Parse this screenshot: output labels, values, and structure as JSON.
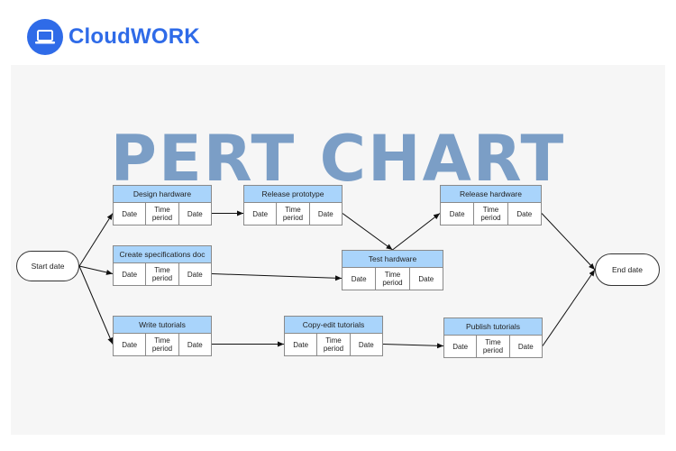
{
  "brand": {
    "name": "CloudWORK",
    "icon": "laptop-icon",
    "color": "#2f6be8"
  },
  "title": "PERT CHART",
  "colors": {
    "title": "#7b9ec6",
    "task_header": "#a9d4fb"
  },
  "start_label": "Start date",
  "end_label": "End date",
  "fields": {
    "left": "Date",
    "middle": "Time period",
    "right": "Date"
  },
  "tasks": [
    {
      "id": "design-hardware",
      "label": "Design hardware"
    },
    {
      "id": "release-prototype",
      "label": "Release prototype"
    },
    {
      "id": "release-hardware",
      "label": "Release hardware"
    },
    {
      "id": "create-specifications-doc",
      "label": "Create specifications doc"
    },
    {
      "id": "test-hardware",
      "label": "Test hardware"
    },
    {
      "id": "write-tutorials",
      "label": "Write tutorials"
    },
    {
      "id": "copy-edit-tutorials",
      "label": "Copy-edit tutorials"
    },
    {
      "id": "publish-tutorials",
      "label": "Publish tutorials"
    }
  ],
  "edges": [
    [
      "start",
      "design-hardware"
    ],
    [
      "start",
      "create-specifications-doc"
    ],
    [
      "start",
      "write-tutorials"
    ],
    [
      "design-hardware",
      "release-prototype"
    ],
    [
      "release-prototype",
      "test-hardware"
    ],
    [
      "create-specifications-doc",
      "test-hardware"
    ],
    [
      "test-hardware",
      "release-hardware"
    ],
    [
      "release-hardware",
      "end"
    ],
    [
      "write-tutorials",
      "copy-edit-tutorials"
    ],
    [
      "copy-edit-tutorials",
      "publish-tutorials"
    ],
    [
      "publish-tutorials",
      "end"
    ]
  ]
}
